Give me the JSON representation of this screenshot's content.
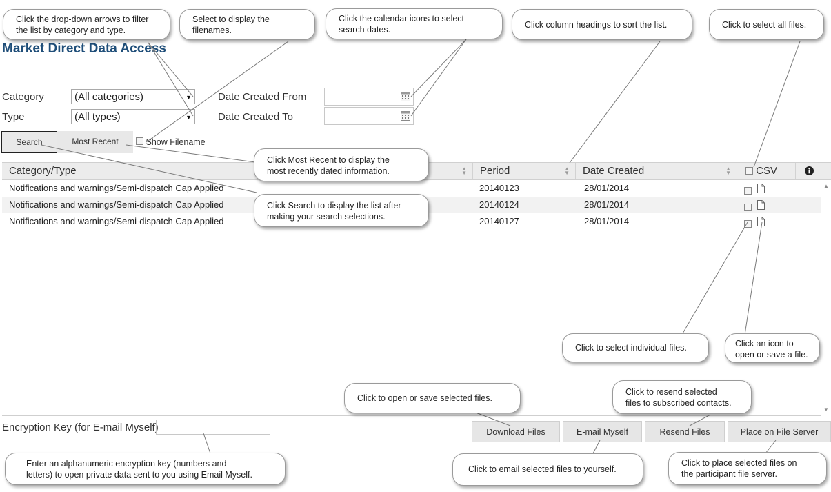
{
  "page": {
    "title": "Market Direct Data Access"
  },
  "filters": {
    "category_label": "Category",
    "category_value": "(All categories)",
    "type_label": "Type",
    "type_value": "(All types)",
    "date_from_label": "Date Created From",
    "date_to_label": "Date Created To",
    "date_from_value": "",
    "date_to_value": ""
  },
  "buttons": {
    "search": "Search",
    "most_recent": "Most Recent",
    "show_filename": "Show Filename"
  },
  "grid": {
    "columns": [
      "Category/Type",
      "Period",
      "Date Created",
      "CSV"
    ],
    "rows": [
      {
        "category": "Notifications and warnings/Semi-dispatch Cap Applied",
        "period": "20140123",
        "date_created": "28/01/2014"
      },
      {
        "category": "Notifications and warnings/Semi-dispatch Cap Applied",
        "period": "20140124",
        "date_created": "28/01/2014"
      },
      {
        "category": "Notifications and warnings/Semi-dispatch Cap Applied",
        "period": "20140127",
        "date_created": "28/01/2014"
      }
    ]
  },
  "footer": {
    "encryption_label": "Encryption Key (for E-mail Myself)",
    "encryption_value": "",
    "download": "Download Files",
    "email": "E-mail Myself",
    "resend": "Resend Files",
    "place": "Place on File Server"
  },
  "callouts": {
    "filter": [
      "Click the drop-down arrows to filter",
      "the list by category and type."
    ],
    "filenames": [
      "Select to display the",
      "filenames."
    ],
    "calendar": [
      "Click the calendar icons to select",
      "search dates."
    ],
    "sort": [
      "Click column headings to sort the list."
    ],
    "select_all": [
      "Click to select all files."
    ],
    "most_recent": [
      "Click Most Recent to display the",
      "most recently dated information."
    ],
    "search": [
      "Click Search to display the list after",
      "making your search selections."
    ],
    "select_individual": [
      "Click to select individual files."
    ],
    "icon": [
      "Click an icon to",
      "open or save a file."
    ],
    "open_save": [
      "Click to open or save selected files."
    ],
    "resend": [
      "Click to resend selected",
      "files to subscribed contacts."
    ],
    "encryption": [
      "Enter an alphanumeric encryption key (numbers and",
      "letters) to open private data sent to you using Email Myself."
    ],
    "email": [
      "Click to email selected files to yourself."
    ],
    "place": [
      "Click to place selected files on",
      "the participant file server."
    ]
  },
  "icons": [
    "calendar-icon",
    "dropdown-arrow-icon",
    "sort-icon",
    "info-icon",
    "file-icon",
    "checkbox-icon",
    "scroll-up-icon",
    "scroll-down-icon"
  ]
}
